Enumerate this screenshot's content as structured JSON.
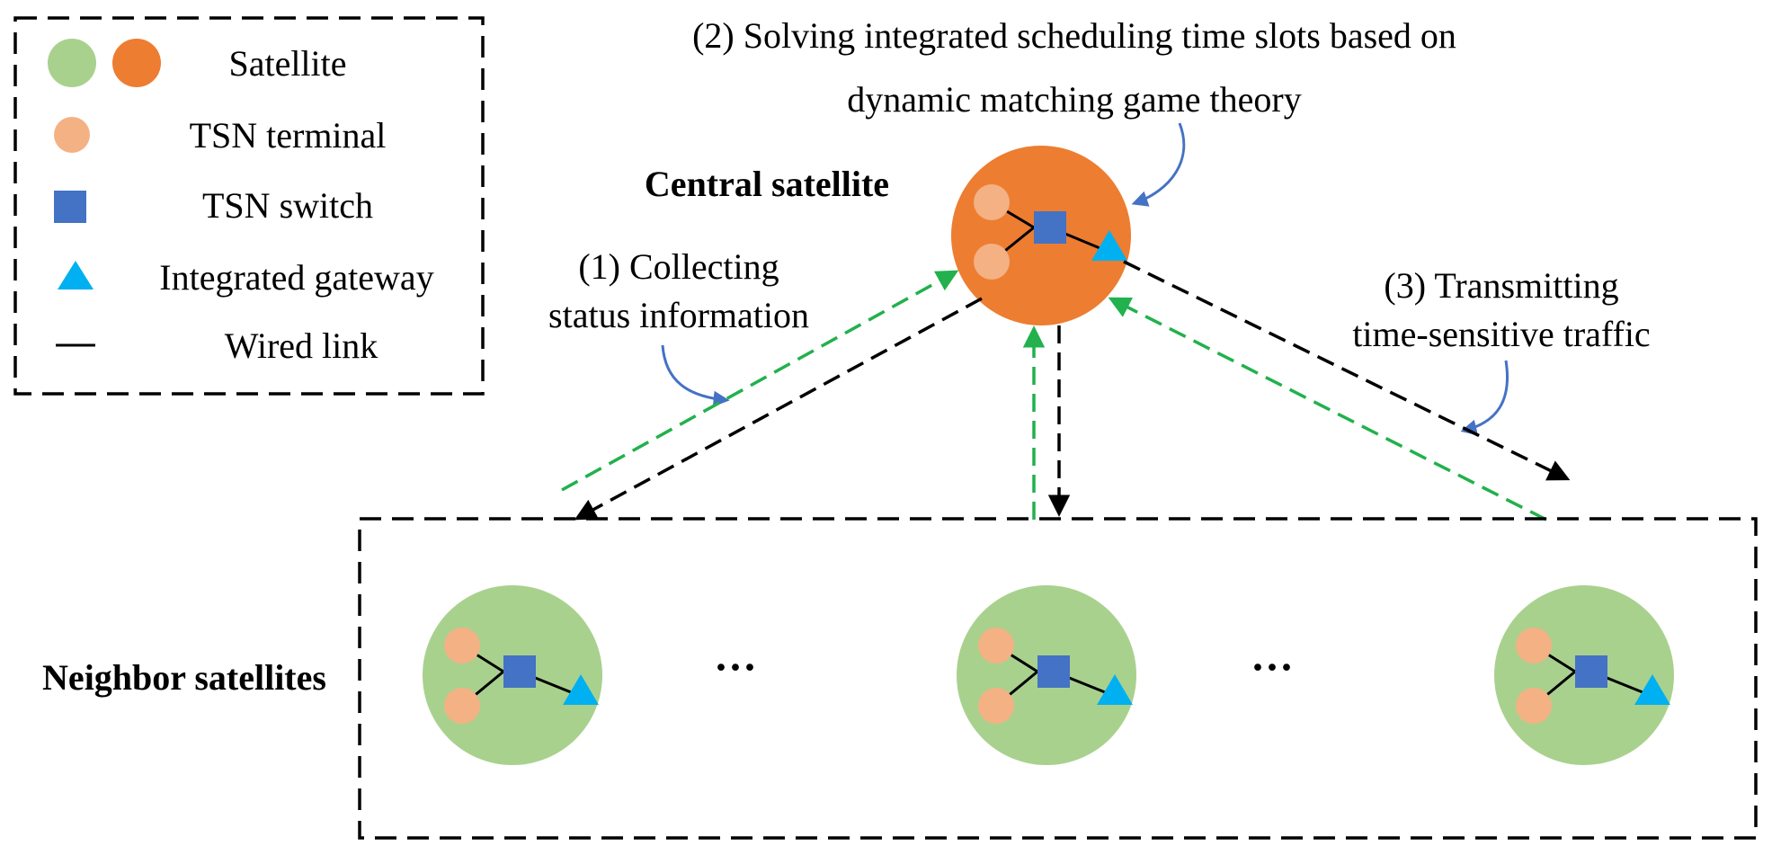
{
  "legend": {
    "satellite": "Satellite",
    "tsn_terminal": "TSN terminal",
    "tsn_switch": "TSN switch",
    "integrated_gateway": "Integrated gateway",
    "wired_link": "Wired link"
  },
  "steps": {
    "step1_line1": "(1) Collecting",
    "step1_line2": "status information",
    "step2_line1": "(2) Solving integrated scheduling time slots based on",
    "step2_line2": "dynamic matching game theory",
    "step3_line1": "(3) Transmitting",
    "step3_line2": "time-sensitive traffic"
  },
  "labels": {
    "central": "Central satellite",
    "neighbors": "Neighbor satellites",
    "ellipsis_1": "···",
    "ellipsis_2": "···"
  },
  "colors": {
    "neighbor_satellite": "#a9d18e",
    "central_satellite": "#ed7d31",
    "tsn_terminal": "#f4b183",
    "tsn_switch": "#4472c4",
    "integrated_gateway": "#00b0f0",
    "upload_arrow": "#22b14c",
    "download_arrow": "#000000",
    "callout_arrow": "#4472c4"
  }
}
